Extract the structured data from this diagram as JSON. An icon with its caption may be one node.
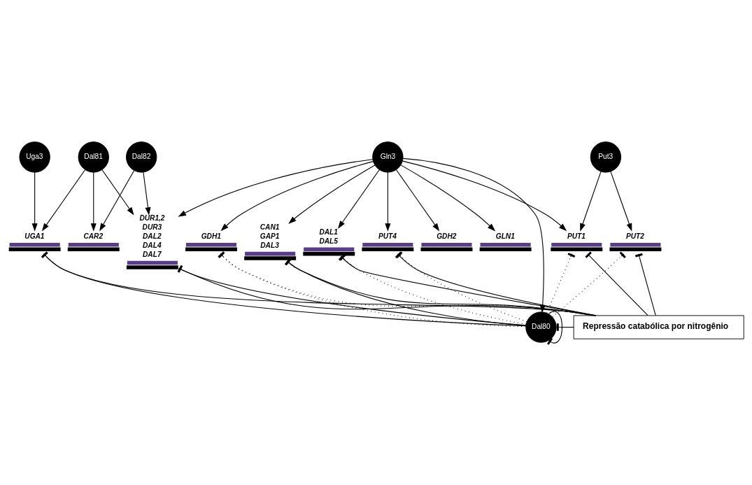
{
  "diagram": {
    "nodes": [
      {
        "text": [
          "Dal81"
        ]
      },
      {
        "text": [
          "Gln3"
        ]
      },
      {
        "text": [
          "Dal82"
        ]
      },
      {
        "text": [
          "Put3"
        ]
      },
      {
        "text": [
          "Uga3"
        ]
      },
      {
        "text": [
          "UGA1"
        ]
      },
      {
        "text": [
          "CAR2"
        ]
      },
      {
        "text": [
          "DUR1,2",
          "DUR3",
          "DAL2",
          "DAL4",
          "DAL7"
        ]
      },
      {
        "text": [
          "GDH1"
        ]
      },
      {
        "text": [
          "GDH2"
        ]
      },
      {
        "text": [
          "GLN1"
        ]
      },
      {
        "text": [
          "CAN1",
          "GAP1",
          "DAL3"
        ]
      },
      {
        "text": [
          "DAL1",
          "DAL5"
        ]
      },
      {
        "text": [
          "PUT1"
        ]
      },
      {
        "text": [
          "PUT2"
        ]
      },
      {
        "text": [
          "PUT4"
        ]
      },
      {
        "text": [
          "Dal80"
        ]
      },
      {
        "text": [
          "Repressão catabólica por nitrogênio"
        ]
      }
    ],
    "edges": [
      {
        "from": 0,
        "to": 5,
        "arrow": "to"
      },
      {
        "from": 0,
        "to": 6,
        "arrow": "to"
      },
      {
        "from": 0,
        "to": 7,
        "arrow": "to"
      },
      {
        "from": 2,
        "to": 6,
        "arrow": "to"
      },
      {
        "from": 2,
        "to": 7,
        "arrow": "to"
      },
      {
        "from": 4,
        "to": 5,
        "arrow": "to"
      },
      {
        "from": 1,
        "to": 7,
        "arrow": "to"
      },
      {
        "from": 1,
        "to": 16,
        "arrow": "to"
      },
      {
        "from": 1,
        "to": 8,
        "arrow": "to"
      },
      {
        "from": 1,
        "to": 9,
        "arrow": "to"
      },
      {
        "from": 1,
        "to": 10,
        "arrow": "to"
      },
      {
        "from": 1,
        "to": 11,
        "arrow": "to"
      },
      {
        "from": 1,
        "to": 12,
        "arrow": "to"
      },
      {
        "from": 1,
        "to": 13,
        "arrow": "to"
      },
      {
        "from": 1,
        "to": 15,
        "arrow": "to"
      },
      {
        "from": 3,
        "to": 13,
        "arrow": "to"
      },
      {
        "from": 3,
        "to": 14,
        "arrow": "to"
      },
      {
        "from": 17,
        "to": 5,
        "arrow": "other"
      },
      {
        "from": 16,
        "to": 5,
        "arrow": "other"
      },
      {
        "from": 17,
        "to": 7,
        "arrow": "other"
      },
      {
        "from": 16,
        "to": 7,
        "arrow": "other"
      },
      {
        "from": 16,
        "to": 8,
        "arrow": "other",
        "style": "dashed"
      },
      {
        "from": 17,
        "to": 8,
        "arrow": "other",
        "style": "dashed"
      },
      {
        "from": 16,
        "to": 11,
        "arrow": "other"
      },
      {
        "from": 17,
        "to": 11,
        "arrow": "other"
      },
      {
        "from": 16,
        "to": 12,
        "arrow": "other",
        "style": "dashed"
      },
      {
        "from": 17,
        "to": 12,
        "arrow": "other"
      },
      {
        "from": 16,
        "to": 13,
        "arrow": "other",
        "style": "dashed"
      },
      {
        "from": 17,
        "to": 13,
        "arrow": "other"
      },
      {
        "from": 16,
        "to": 14,
        "arrow": "other",
        "style": "dashed"
      },
      {
        "from": 17,
        "to": 14,
        "arrow": "other"
      },
      {
        "from": 16,
        "to": 15,
        "arrow": "other",
        "style": "dashed"
      },
      {
        "from": 17,
        "to": 15,
        "arrow": "other"
      },
      {
        "from": 16,
        "to": 16,
        "arrow": "other"
      },
      {
        "from": 17,
        "to": 16,
        "arrow": "other"
      }
    ]
  }
}
